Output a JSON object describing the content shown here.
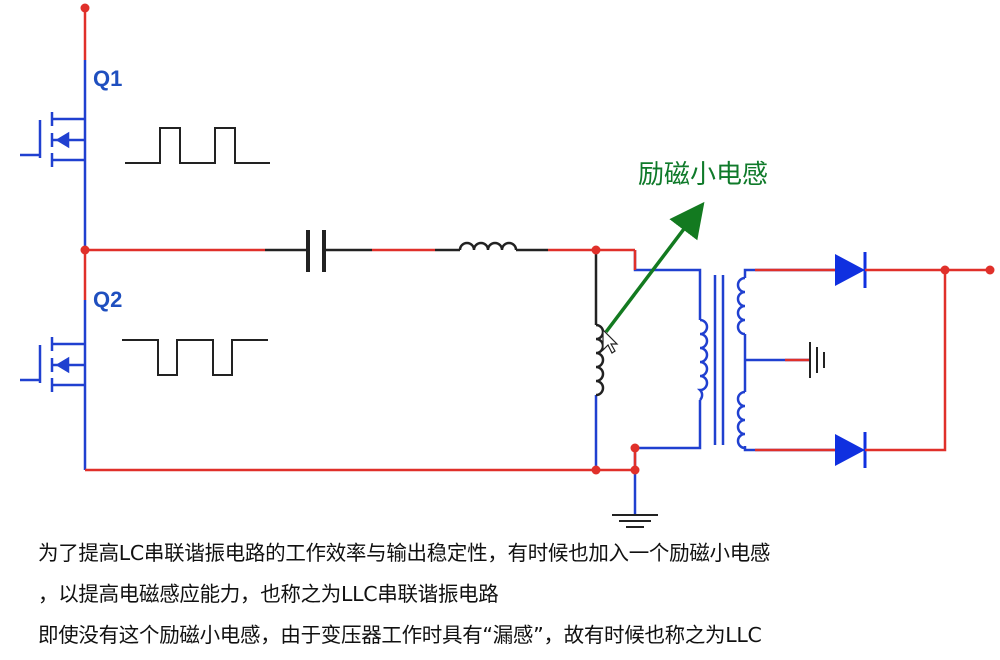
{
  "diagram": {
    "q1_label": "Q1",
    "q2_label": "Q2",
    "annotation": "励磁小电感",
    "colors": {
      "wire_top": "#e0302a",
      "wire_bottom": "#2040d0",
      "node": "#e0302a",
      "diode": "#1030e0",
      "arrow": "#137a20",
      "pulse": "#222222"
    },
    "icons": [
      "mosfet-q1-icon",
      "mosfet-q2-icon",
      "capacitor-icon",
      "series-inductor-icon",
      "magnetizing-inductor-icon",
      "transformer-icon",
      "diode-top-icon",
      "diode-bottom-icon",
      "ground-icon",
      "center-tap-ground-icon",
      "cursor-icon"
    ]
  },
  "caption": {
    "line1": "为了提高LC串联谐振电路的工作效率与输出稳定性，有时候也加入一个励磁小电感",
    "line2": "，以提高电磁感应能力，也称之为LLC串联谐振电路",
    "line3": "即使没有这个励磁小电感，由于变压器工作时具有“漏感”，故有时候也称之为LLC"
  }
}
